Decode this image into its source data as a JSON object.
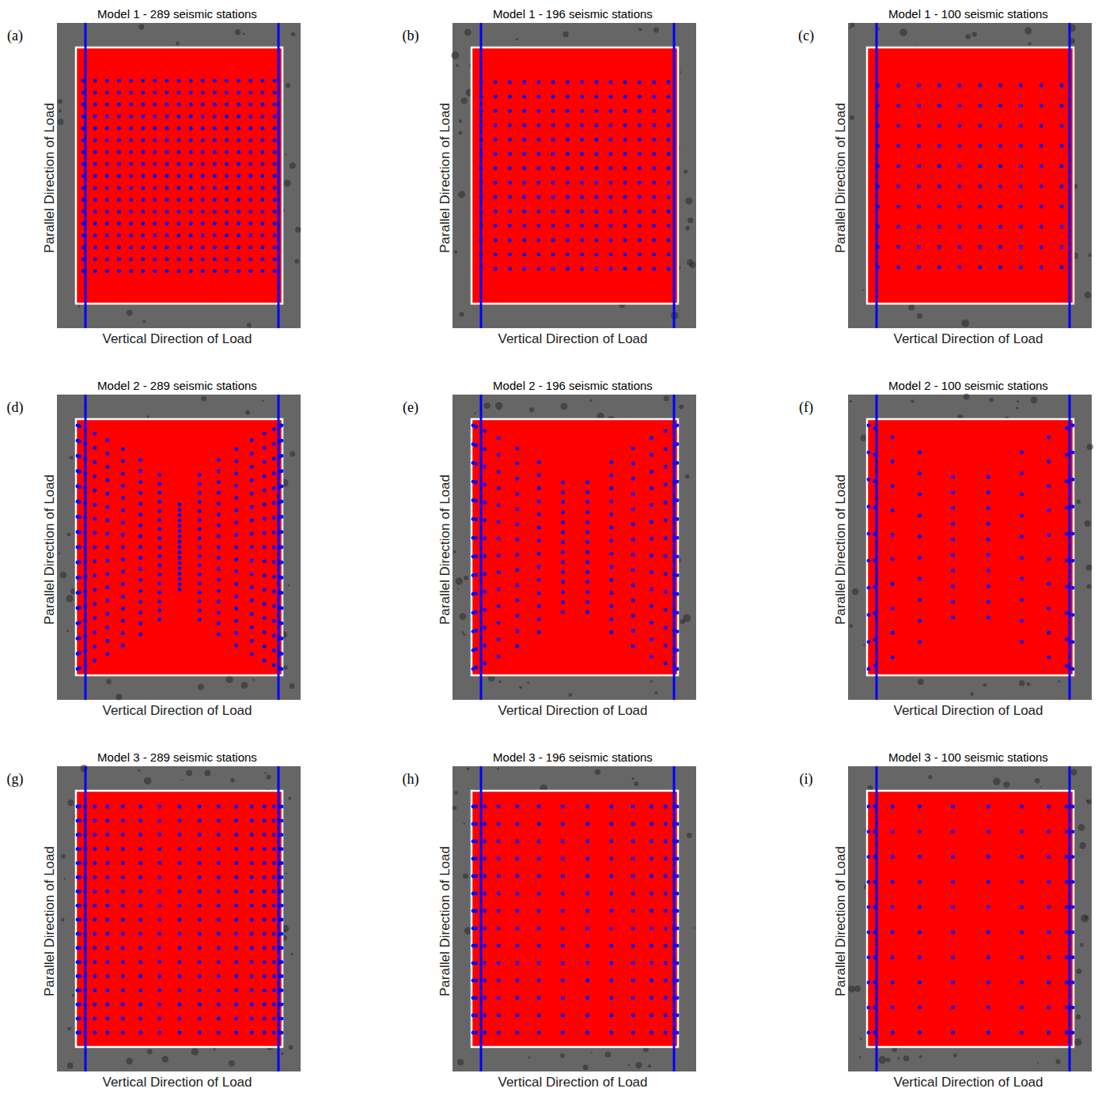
{
  "diagram": {
    "labels": [
      "(a)",
      "Model 1 - 289 seismic stations",
      "Parallel Direction of Load",
      "Vertical Direction of Load",
      "(b)",
      "Model 1 - 196 seismic stations",
      "Parallel Direction of Load",
      "Vertical Direction of Load",
      "(c)",
      "Model 1 - 100 seismic stations",
      "Parallel Direction of Load",
      "Vertical Direction of Load",
      "(d)",
      "Model 2 - 289 seismic stations",
      "Parallel Direction of Load",
      "Vertical Direction of Load",
      "(e)",
      "Model 2 - 196 seismic stations",
      "Parallel Direction of Load",
      "Vertical Direction of Load",
      "(f)",
      "Model 2 - 100 seismic stations",
      "Parallel Direction of Load",
      "Vertical Direction of Load",
      "(g)",
      "Model 3 - 289 seismic stations",
      "Parallel Direction of Load",
      "Vertical Direction of Load",
      "(h)",
      "Model 3 - 196 seismic stations",
      "Parallel Direction of Load",
      "Vertical Direction of Load",
      "(i)",
      "Model 3 - 100 seismic stations",
      "Parallel Direction of Load",
      "Vertical Direction of Load"
    ]
  }
}
